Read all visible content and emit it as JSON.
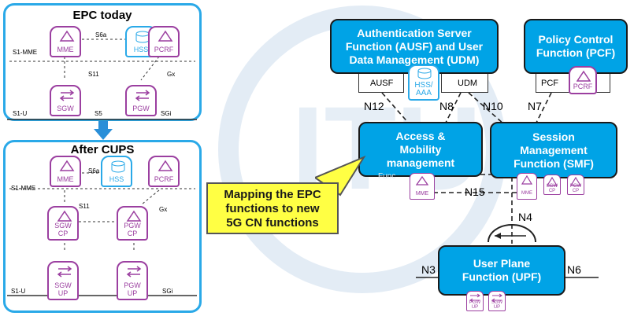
{
  "left": {
    "top_panel": {
      "title": "EPC today",
      "nodes": {
        "mme": "MME",
        "hss": "HSS",
        "pcrf": "PCRF",
        "sgw": "SGW",
        "pgw": "PGW"
      },
      "ifaces": {
        "s1_mme": "S1-MME",
        "s6a": "S6a",
        "s11": "S11",
        "gx": "Gx",
        "s1_u": "S1-U",
        "s5": "S5",
        "sgi": "SGi"
      }
    },
    "bottom_panel": {
      "title": "After CUPS",
      "nodes": {
        "mme": "MME",
        "hss": "HSS",
        "pcrf": "PCRF",
        "sgw_cp": [
          "SGW",
          "CP"
        ],
        "pgw_cp": [
          "PGW",
          "CP"
        ],
        "sgw_up": [
          "SGW",
          "UP"
        ],
        "pgw_up": [
          "PGW",
          "UP"
        ]
      },
      "ifaces": {
        "s1_mme": "S1-MME",
        "s6a": "S6a",
        "s11": "S11",
        "gx": "Gx",
        "s1_u": "S1-U",
        "sgi": "SGi"
      }
    }
  },
  "right": {
    "ausf_udm": [
      "Authentication Server",
      "Function (AUSF) and User",
      "Data Management (UDM)"
    ],
    "pcf": [
      "Policy Control",
      "Function (PCF)"
    ],
    "amf": [
      "Access &",
      "Mobility",
      "management"
    ],
    "amf_hidden": "Func",
    "smf": [
      "Session",
      "Management",
      "Function (SMF)"
    ],
    "upf": [
      "User Plane",
      "Function (UPF)"
    ],
    "small_boxes": {
      "ausf": "AUSF",
      "udm": "UDM",
      "pcf": "PCF"
    },
    "hss_aaa": [
      "HSS/",
      "AAA"
    ],
    "mini": {
      "pcrf": "PCRF",
      "mme": "MME",
      "sgw_cp": [
        "SGW",
        "CP"
      ],
      "pgw_cp": [
        "PGW",
        "CP"
      ],
      "pgw_up": [
        "PGW",
        "UP"
      ],
      "sgw_up": [
        "SGW",
        "UP"
      ]
    },
    "refs": {
      "n12": "N12",
      "n8": "N8",
      "n10": "N10",
      "n7": "N7",
      "n15": "N15",
      "n4": "N4",
      "n3": "N3",
      "n6": "N6"
    }
  },
  "callout": [
    "Mapping the EPC",
    "functions to new",
    "5G CN functions"
  ],
  "colors": {
    "panel_border": "#2aa9e8",
    "nf_purple": "#9b3fa0",
    "box_blue": "#00a3e6",
    "callout_yellow": "#ffff44",
    "arrow_blue": "#2a8fd8"
  }
}
